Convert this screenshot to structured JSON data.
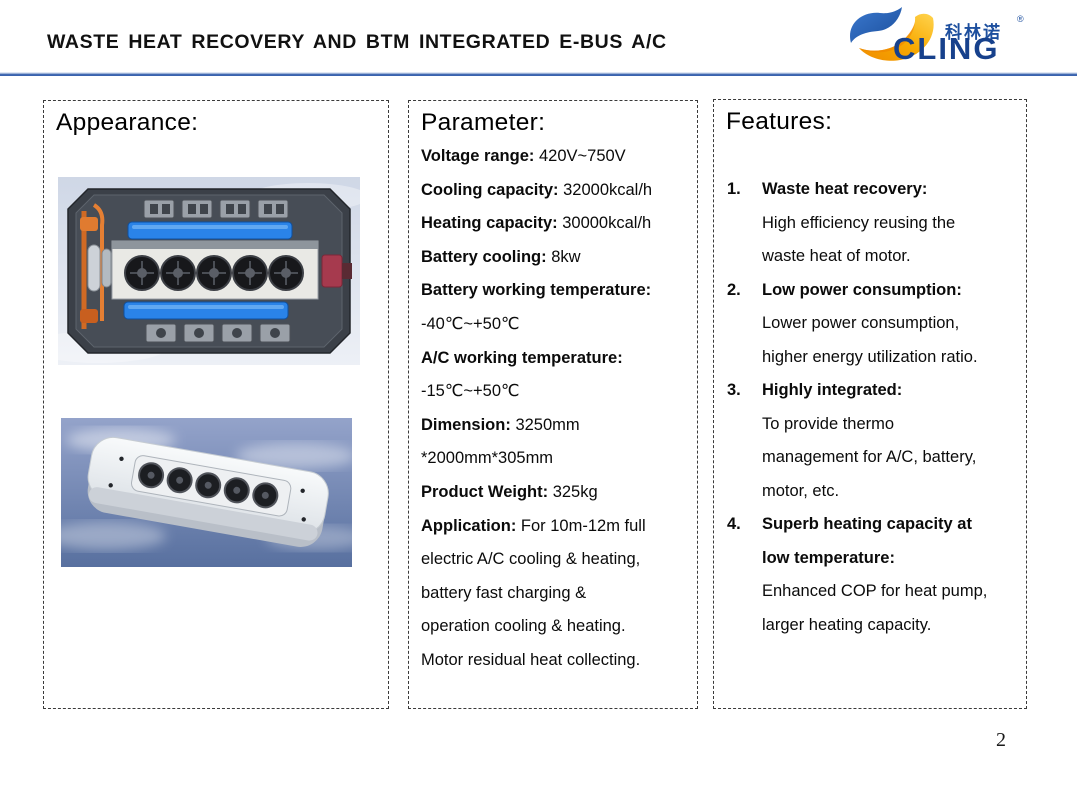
{
  "header": {
    "title": "WASTE HEAT RECOVERY AND BTM INTEGRATED E-BUS A/C",
    "rule_color": "#3a63ae",
    "logo": {
      "chinese_name": "科林诺",
      "registered_mark": "®",
      "brand": "CLING",
      "brand_color": "#17418c",
      "emblem_blue": "#2160b4",
      "emblem_yellow": "#f8a900"
    }
  },
  "appearance": {
    "title": "Appearance:",
    "images": [
      {
        "name": "ac-unit-top-view"
      },
      {
        "name": "ac-unit-rooftop-view"
      }
    ]
  },
  "parameter": {
    "title": "Parameter:",
    "lines": [
      {
        "b": "Voltage range: ",
        "r": "420V~750V"
      },
      {
        "b": "Cooling capacity: ",
        "r": "32000kcal/h"
      },
      {
        "b": "Heating capacity: ",
        "r": "30000kcal/h"
      },
      {
        "b": "Battery cooling: ",
        "r": "8kw"
      },
      {
        "b": "Battery working temperature:",
        "r": ""
      },
      {
        "b": "",
        "r": "-40℃~+50℃"
      },
      {
        "b": "A/C working temperature:",
        "r": ""
      },
      {
        "b": "",
        "r": "-15℃~+50℃"
      },
      {
        "b": "Dimension: ",
        "r": "3250mm"
      },
      {
        "b": "",
        "r": "*2000mm*305mm"
      },
      {
        "b": "Product Weight: ",
        "r": "325kg"
      },
      {
        "b": "Application: ",
        "r": "For 10m-12m full"
      },
      {
        "b": "",
        "r": "electric A/C cooling & heating,"
      },
      {
        "b": "",
        "r": "battery fast charging &"
      },
      {
        "b": "",
        "r": "operation cooling & heating."
      },
      {
        "b": "",
        "r": "Motor residual heat collecting."
      }
    ]
  },
  "features": {
    "title": "Features:",
    "rows": [
      {
        "n": "1.",
        "t": "Waste heat recovery:"
      },
      {
        "n": "",
        "t": "High efficiency reusing the"
      },
      {
        "n": "",
        "t": "waste heat of motor."
      },
      {
        "n": "2.",
        "t": "Low power consumption:"
      },
      {
        "n": "",
        "t": "Lower power consumption,"
      },
      {
        "n": "",
        "t": "higher energy utilization ratio."
      },
      {
        "n": "3.",
        "t": "Highly integrated:"
      },
      {
        "n": "",
        "t": "To provide thermo"
      },
      {
        "n": "",
        "t": "management for A/C, battery,"
      },
      {
        "n": "",
        "t": "motor, etc."
      },
      {
        "n": "4.",
        "t": "Superb heating capacity at"
      },
      {
        "n": "",
        "t": "low temperature:"
      },
      {
        "n": "",
        "t": "Enhanced COP for heat pump,"
      },
      {
        "n": "",
        "t": "larger heating capacity."
      }
    ]
  },
  "page": {
    "number": "2"
  }
}
